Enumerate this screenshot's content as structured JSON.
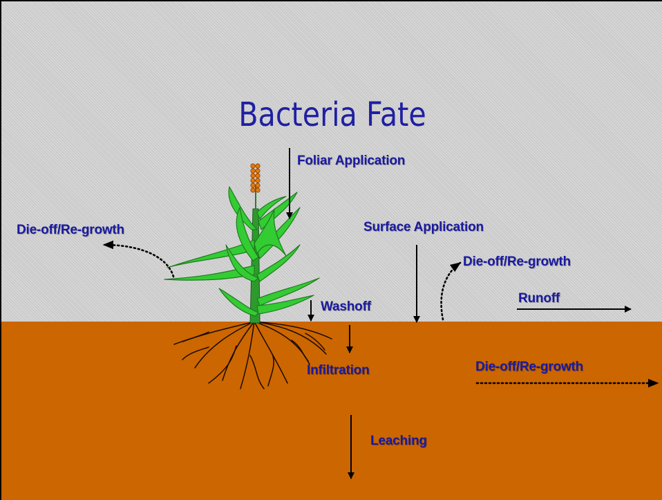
{
  "title": "Bacteria Fate",
  "labels": {
    "foliar_application": "Foliar Application",
    "surface_application": "Surface Application",
    "dieoff_regrowth_left": "Die-off/Re-growth",
    "dieoff_regrowth_surface": "Die-off/Re-growth",
    "dieoff_regrowth_soil": "Die-off/Re-growth",
    "washoff": "Washoff",
    "runoff": "Runoff",
    "infiltration": "Infiltration",
    "leaching": "Leaching"
  },
  "colors": {
    "sky": "#cacaca",
    "soil": "#cc6600",
    "label_text": "#1a1aa0",
    "title_text": "#1f1fa3",
    "leaf": "#33cc33",
    "tassel": "#e07a10"
  }
}
